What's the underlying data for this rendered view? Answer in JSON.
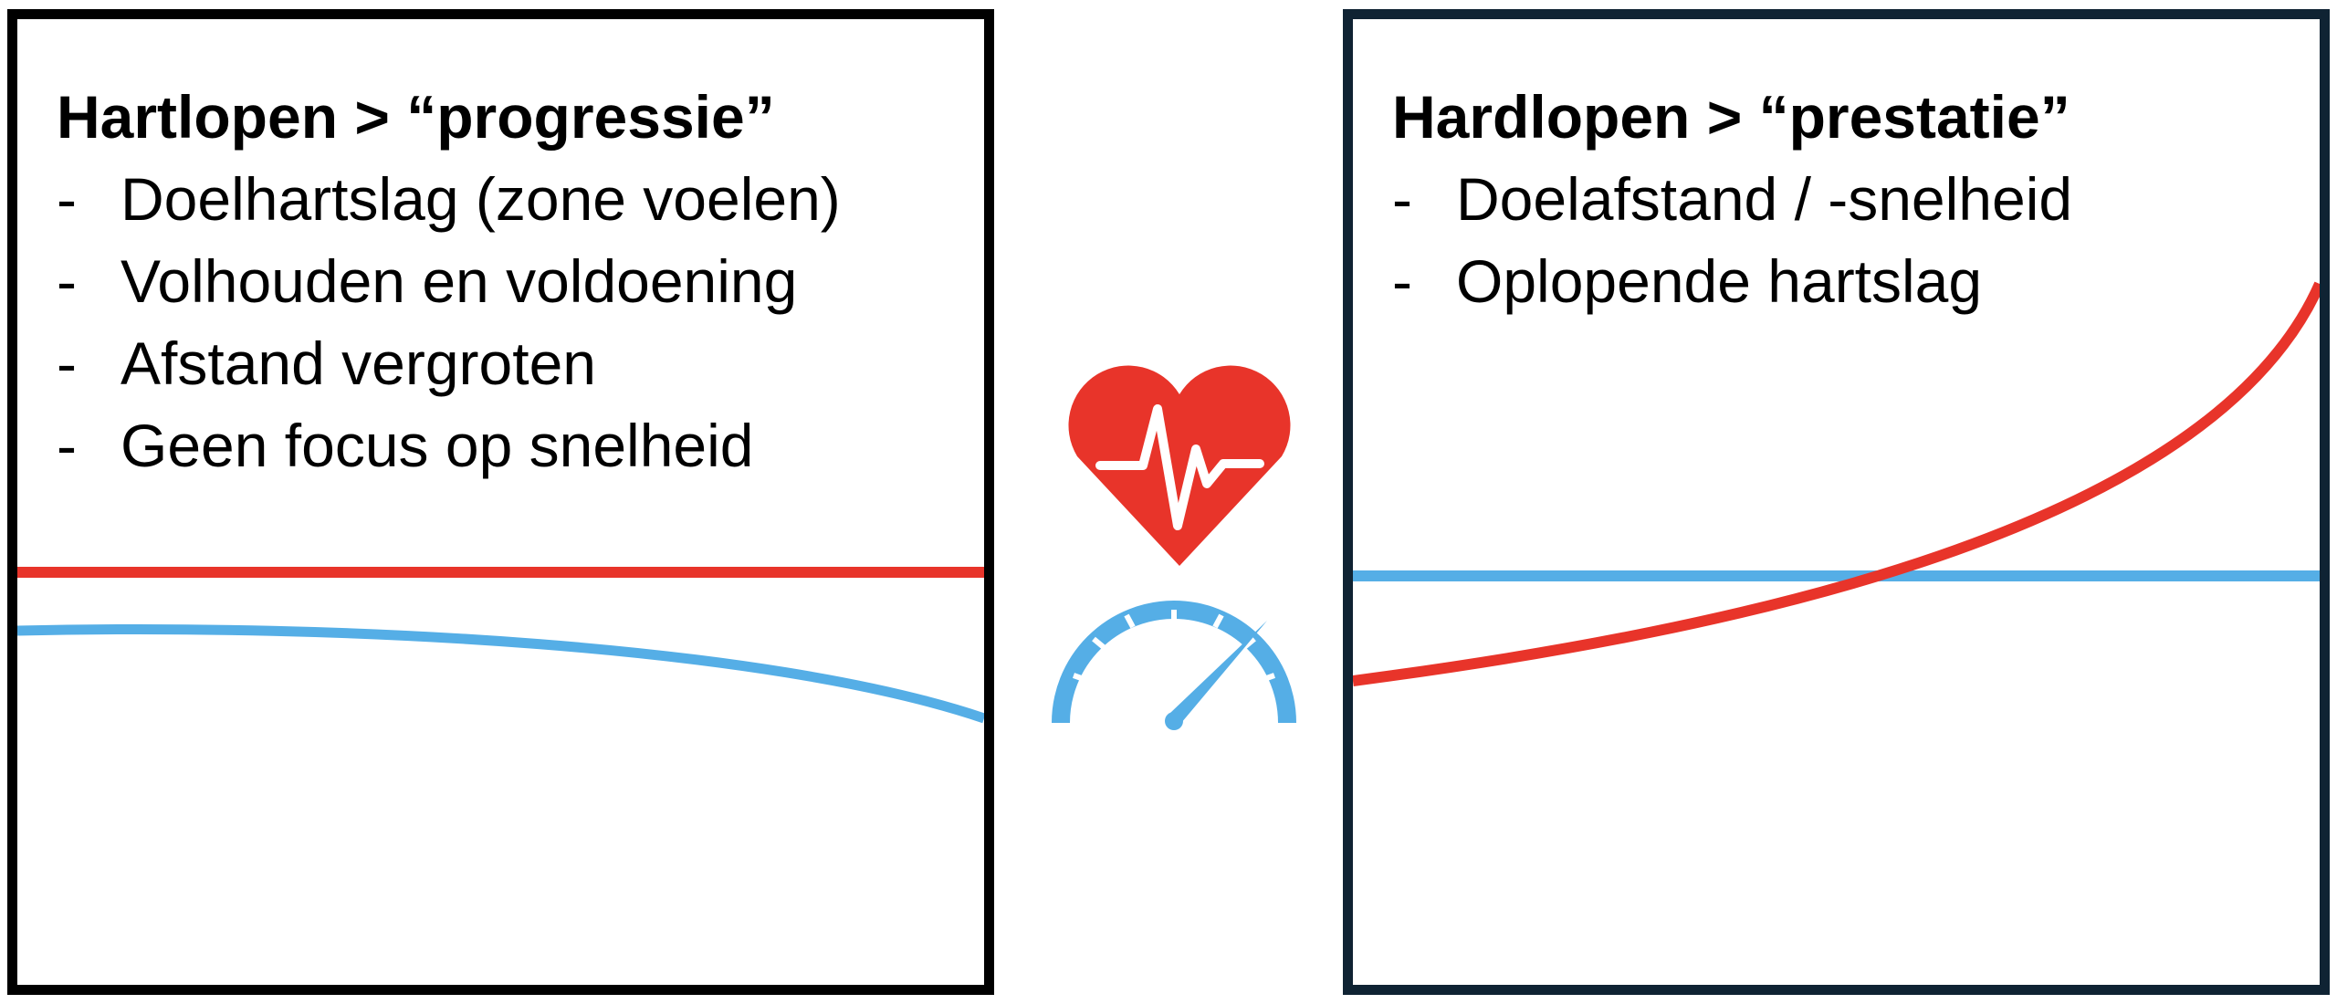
{
  "left_panel": {
    "title": "Hartlopen > “progressie”",
    "bullets": [
      "Doelhartslag (zone voelen)",
      "Volhouden en voldoening",
      "Afstand vergroten",
      "Geen focus op snelheid"
    ],
    "border_color": "#000000"
  },
  "right_panel": {
    "title": "Hardlopen > “prestatie”",
    "bullets": [
      "Doelafstand / -snelheid",
      "Oplopende hartslag"
    ],
    "border_color": "#0f2333"
  },
  "bullet_marker": "-",
  "icons": {
    "heart": "heart-rate-icon",
    "gauge": "speedometer-icon"
  },
  "colors": {
    "heart_rate_line": "#e8342a",
    "speed_line": "#55aee6"
  }
}
